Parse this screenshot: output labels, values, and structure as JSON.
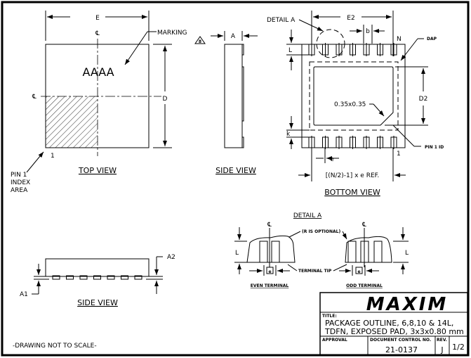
{
  "top_view": {
    "label": "TOP VIEW",
    "dim_e": "E",
    "dim_d": "D",
    "marking": "MARKING",
    "marking_note": "8",
    "marking_chars": "AAAA",
    "centerline": "℄",
    "pin1": "1",
    "pin1_index": [
      "PIN 1",
      "INDEX",
      "AREA"
    ]
  },
  "side_view_1": {
    "label": "SIDE VIEW",
    "dim_a": "A"
  },
  "bottom_view": {
    "label": "BOTTOM VIEW",
    "dim_e2": "E2",
    "dim_b": "b",
    "dim_l": "L",
    "dim_d2": "D2",
    "dim_k": "k",
    "dim_e": "e",
    "detail_a": "DETAIL A",
    "dap": "DAP",
    "pin_n": "N",
    "pin_1": "1",
    "chamfer": "0.35x0.35",
    "pin1_id": "PIN 1 ID",
    "ref": "[(N/2)-1] x e REF."
  },
  "detail_a": {
    "title": "DETAIL A",
    "r_optional": "(R IS OPTIONAL)",
    "terminal_tip": "TERMINAL TIP",
    "even": "EVEN TERMINAL",
    "odd": "ODD TERMINAL",
    "dim_l": "L",
    "dim_e": "e",
    "centerline": "℄"
  },
  "side_view_2": {
    "label": "SIDE VIEW",
    "dim_a1": "A1",
    "dim_a2": "A2"
  },
  "note": "-DRAWING NOT TO SCALE-",
  "title_block": {
    "logo": "MAXIM",
    "title_label": "TITLE:",
    "title_line1": "PACKAGE OUTLINE, 6,8,10 & 14L,",
    "title_line2": "TDFN, EXPOSED PAD, 3x3x0.80 mm",
    "approval": "APPROVAL",
    "doc_label": "DOCUMENT CONTROL NO.",
    "doc_no": "21-0137",
    "rev_label": "REV.",
    "rev": "J",
    "sheet": "1/2"
  }
}
